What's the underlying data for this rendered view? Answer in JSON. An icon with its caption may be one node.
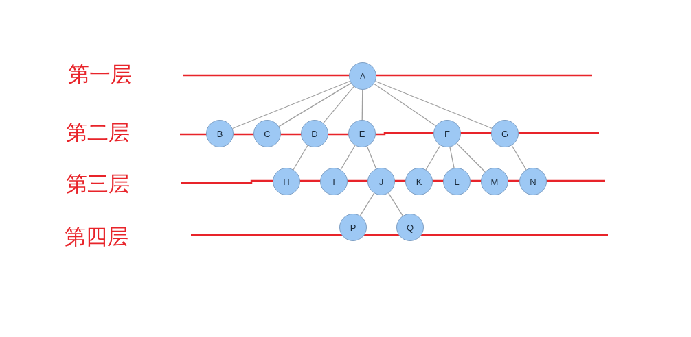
{
  "diagram": {
    "nodes": [
      {
        "text": [
          "A"
        ]
      },
      {
        "text": [
          "B"
        ]
      },
      {
        "text": [
          "C"
        ]
      },
      {
        "text": [
          "D"
        ]
      },
      {
        "text": [
          "E"
        ]
      },
      {
        "text": [
          "F"
        ]
      },
      {
        "text": [
          "G"
        ]
      },
      {
        "text": [
          "H"
        ]
      },
      {
        "text": [
          "I"
        ]
      },
      {
        "text": [
          "J"
        ]
      },
      {
        "text": [
          "K"
        ]
      },
      {
        "text": [
          "L"
        ]
      },
      {
        "text": [
          "M"
        ]
      },
      {
        "text": [
          "N"
        ]
      },
      {
        "text": [
          "P"
        ]
      },
      {
        "text": [
          "Q"
        ]
      }
    ],
    "edges": [
      {
        "from": 0,
        "to": 1,
        "arrow": "none"
      },
      {
        "from": 0,
        "to": 2,
        "arrow": "none"
      },
      {
        "from": 0,
        "to": 3,
        "arrow": "none"
      },
      {
        "from": 0,
        "to": 4,
        "arrow": "none"
      },
      {
        "from": 0,
        "to": 5,
        "arrow": "none"
      },
      {
        "from": 0,
        "to": 6,
        "arrow": "none"
      },
      {
        "from": 3,
        "to": 7,
        "arrow": "none"
      },
      {
        "from": 4,
        "to": 8,
        "arrow": "none"
      },
      {
        "from": 4,
        "to": 9,
        "arrow": "none"
      },
      {
        "from": 5,
        "to": 10,
        "arrow": "none"
      },
      {
        "from": 5,
        "to": 11,
        "arrow": "none"
      },
      {
        "from": 5,
        "to": 12,
        "arrow": "none"
      },
      {
        "from": 6,
        "to": 13,
        "arrow": "none"
      },
      {
        "from": 9,
        "to": 14,
        "arrow": "none"
      },
      {
        "from": 9,
        "to": 15,
        "arrow": "none"
      }
    ],
    "labels": [
      "第一层",
      "第二层",
      "第三层",
      "第四层"
    ]
  }
}
